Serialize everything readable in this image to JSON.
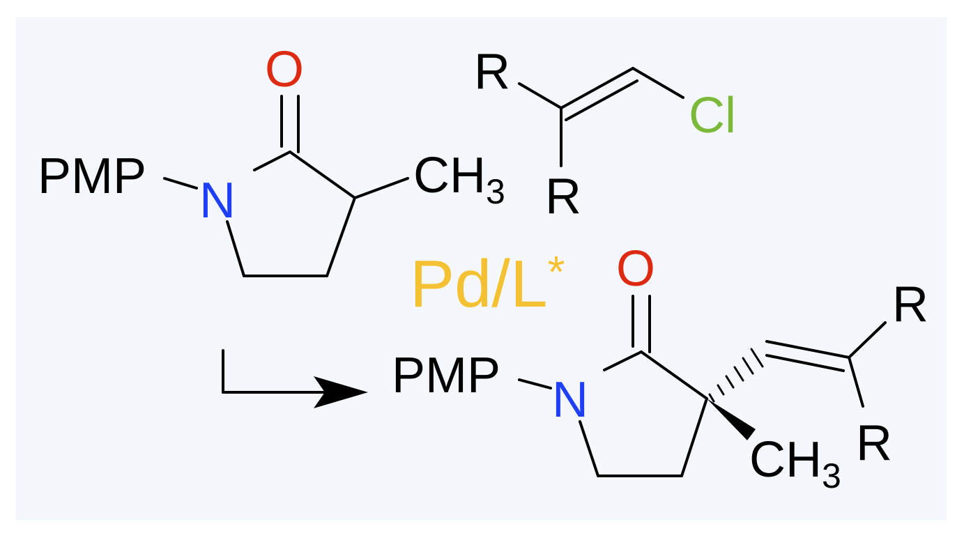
{
  "colors": {
    "background": "#f4f8fd",
    "oxygen": "#dd2a12",
    "nitrogen": "#1f3ff5",
    "chlorine": "#7cb83a",
    "catalyst": "#f3c131",
    "carbon": "#000000"
  },
  "reactant_lactam": {
    "pmp": "PMP",
    "n": "N",
    "o": "O",
    "ch": "CH",
    "sub3": "3"
  },
  "reactant_vinyl_chloride": {
    "r1": "R",
    "r2": "R",
    "cl": "Cl"
  },
  "catalyst": {
    "main": "Pd/L",
    "star": "*"
  },
  "product": {
    "pmp": "PMP",
    "n": "N",
    "o": "O",
    "ch": "CH",
    "sub3": "3",
    "r1": "R",
    "r2": "R"
  },
  "icons": {
    "arrow": "reaction-arrow-icon"
  }
}
